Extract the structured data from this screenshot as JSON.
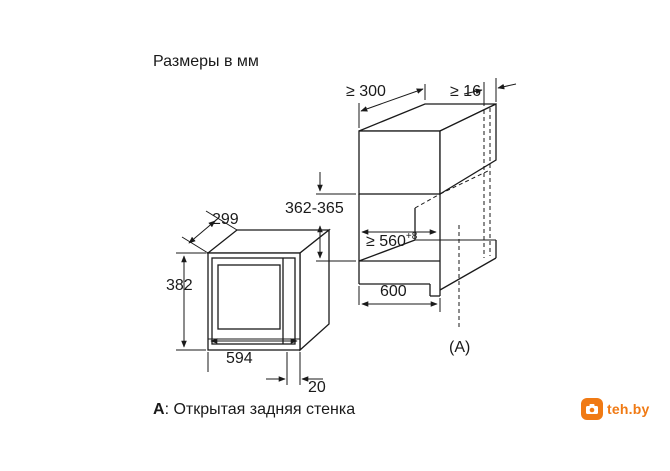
{
  "diagram": {
    "title": "Размеры в мм",
    "legend": {
      "key": "A",
      "text": ": Открытая задняя стенка"
    },
    "dimensions": {
      "appliance_depth": "299",
      "appliance_height": "382",
      "appliance_width": "594",
      "front_overhang": "20",
      "niche_depth_min": "≥ 300",
      "rear_gap_min": "≥ 16",
      "niche_height": "362-365",
      "niche_width_min": "≥ 560",
      "niche_width_tolerance": "+8",
      "cabinet_width": "600"
    },
    "callout": "(A)"
  },
  "watermark": {
    "text": "teh.by",
    "color": "#f07a14"
  }
}
